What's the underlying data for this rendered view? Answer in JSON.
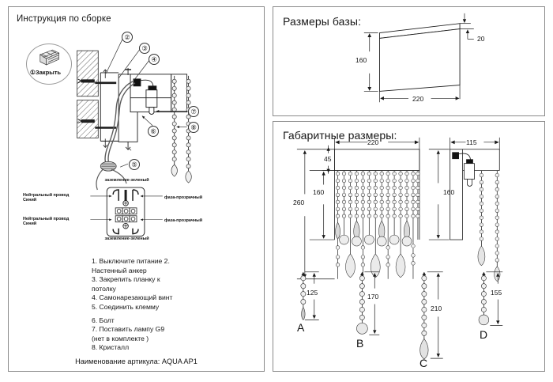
{
  "document": {
    "footer_caption": "Наименование артикула: AQUA AP1"
  },
  "panels": {
    "assembly": {
      "title": "Инструкция по сборке",
      "badge": {
        "number": "①",
        "label": "Закрыть",
        "icon": "brick-wall-icon"
      },
      "callouts": [
        "②",
        "③",
        "④",
        "⑤",
        "⑥",
        "⑦",
        "⑧"
      ],
      "wiring": {
        "ground_top": "заземление-зеленый",
        "ground_bottom": "заземление-зеленый",
        "neutral_top_line1": "Нейтральный провод",
        "neutral_top_line2": "Синий",
        "neutral_bottom_line1": "Нейтральный провод",
        "neutral_bottom_line2": "Синий",
        "phase_top": "фаза-прозрачный",
        "phase_bottom": "фаза-прозрачный"
      },
      "instructions": [
        "1. Выключите питание 2.",
        "Настенный анкер",
        "3. Закрепить планку к",
        "потолку",
        "4. Самонарезающий винт",
        "5. Соединить клемму",
        "6. Болт",
        "7. Поставить лампу G9",
        "(нет в комплекте )",
        "8. Кристалл"
      ]
    },
    "base": {
      "title": "Размеры базы:",
      "dimensions": {
        "height": "160",
        "width": "220",
        "depth": "20"
      }
    },
    "overall": {
      "title": "Габаритные размеры:",
      "front_view": {
        "width": "220",
        "top_band": "45",
        "mid_height": "160",
        "total_height": "260"
      },
      "side_view": {
        "depth": "115",
        "height": "160"
      },
      "strands": [
        {
          "letter": "A",
          "length": "125"
        },
        {
          "letter": "B",
          "length": "170"
        },
        {
          "letter": "C",
          "length": "210"
        },
        {
          "letter": "D",
          "length": "155"
        }
      ]
    }
  },
  "colors": {
    "line": "#1a1a1a",
    "panel_border": "#8a8a8a",
    "hatch": "#444444",
    "crystal": "#3a3a3a"
  }
}
